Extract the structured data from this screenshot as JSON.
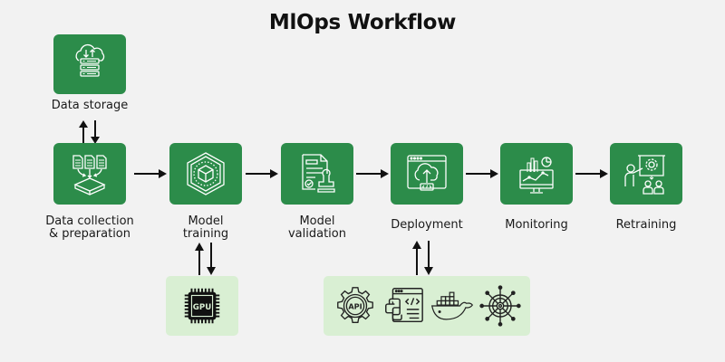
{
  "title": "MlOps Workflow",
  "colors": {
    "box_green": "#2c8c4a",
    "tray_green": "#d9efd3",
    "background": "#f2f2f2",
    "arrow": "#111111"
  },
  "storage": {
    "label": "Data storage",
    "icon": "cloud-server-icon"
  },
  "steps": [
    {
      "label_line1": "Data collection",
      "label_line2": "& preparation",
      "icon": "documents-to-tray-icon"
    },
    {
      "label_line1": "Model",
      "label_line2": "training",
      "icon": "cube-hexagon-icon"
    },
    {
      "label_line1": "Model",
      "label_line2": "validation",
      "icon": "document-stamp-icon"
    },
    {
      "label_line1": "Deployment",
      "label_line2": "",
      "icon": "cloud-upload-browser-icon"
    },
    {
      "label_line1": "Monitoring",
      "label_line2": "",
      "icon": "monitor-analytics-icon"
    },
    {
      "label_line1": "Retraining",
      "label_line2": "",
      "icon": "presentation-training-icon"
    }
  ],
  "gpu": {
    "text": "GPU",
    "icon": "gpu-chip-icon"
  },
  "deploy_tools": [
    {
      "name": "api-gear-icon",
      "text": "API"
    },
    {
      "name": "python-code-window-icon",
      "text": "</>"
    },
    {
      "name": "docker-whale-icon",
      "text": ""
    },
    {
      "name": "kubernetes-helm-icon",
      "text": ""
    }
  ]
}
